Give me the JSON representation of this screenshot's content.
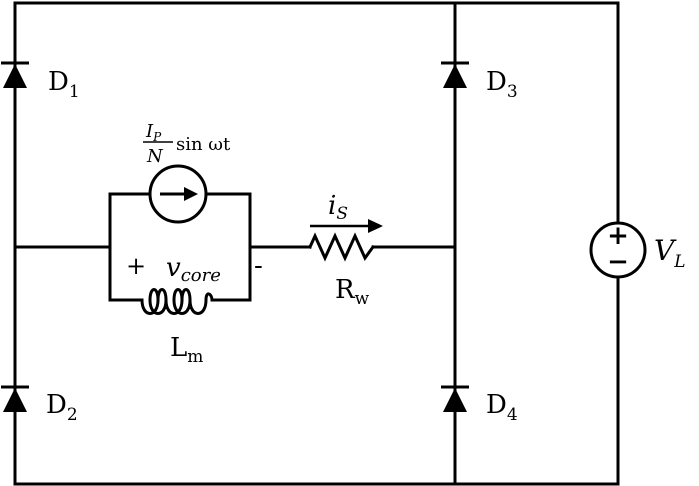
{
  "diodes": {
    "d1": {
      "main": "D",
      "sub": "1"
    },
    "d2": {
      "main": "D",
      "sub": "2"
    },
    "d3": {
      "main": "D",
      "sub": "3"
    },
    "d4": {
      "main": "D",
      "sub": "4"
    }
  },
  "current_source": {
    "numerator": "I",
    "numerator_sub": "P",
    "denominator": "N",
    "function": "sin ωt"
  },
  "core_voltage": {
    "plus": "+",
    "symbol": "v",
    "sub": "core",
    "minus": "-"
  },
  "inductor": {
    "main": "L",
    "sub": "m"
  },
  "current_label": {
    "main": "i",
    "sub": "S"
  },
  "resistor": {
    "main": "R",
    "sub": "w"
  },
  "voltage_source": {
    "plus": "+",
    "minus": "−",
    "label": "V",
    "label_sub": "L"
  }
}
